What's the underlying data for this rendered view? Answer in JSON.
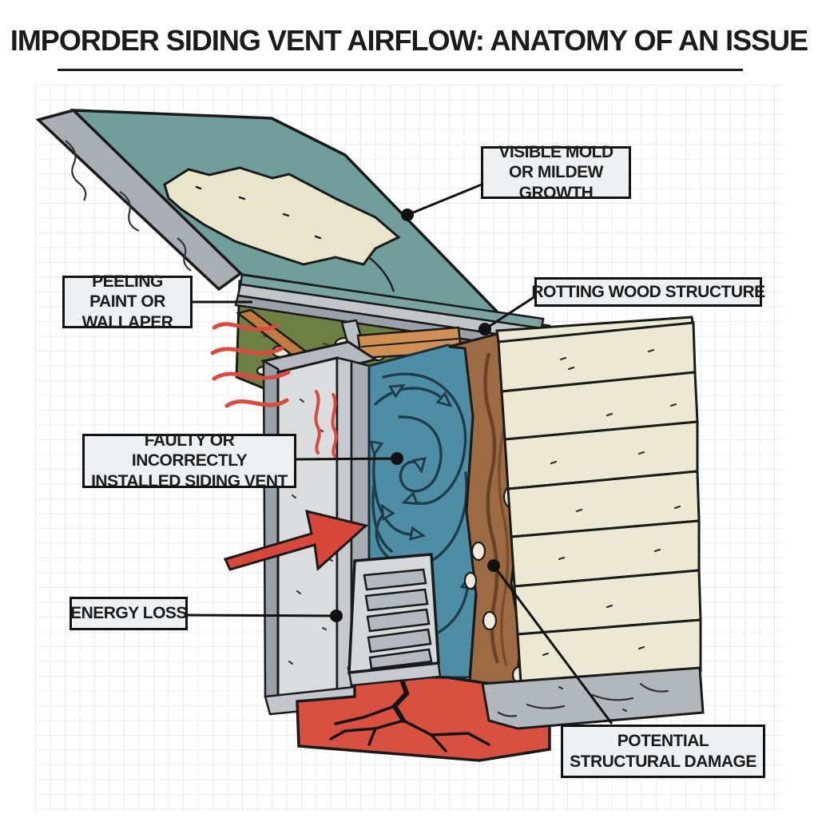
{
  "title": "IMPORDER SIDING VENT AIRFLOW: ANATOMY OF AN ISSUE",
  "labels": {
    "visible_mold": "VISIBLE MOLD OR MILDEW GROWTH",
    "peeling_paint": "PEELING PAINT OR WALLAPER",
    "rotting_wood": "ROTTING WOOD STRUCTURE",
    "faulty_vent": "FAULTY OR INCORRECTLY INSTALLED SIDING VENT",
    "energy_loss": "ENERGY LOSS",
    "structural_damage": "POTENTIAL STRUCTURAL DAMAGE"
  },
  "colors": {
    "roof_teal": "#6f9e9b",
    "roof_edge_gray": "#a9aeb4",
    "peeled_patch_cream": "#e9e5cb",
    "moss_green": "#6d7f41",
    "mold_blob_cream": "#ece7d0",
    "airflow_blue": "#4e8da3",
    "rotting_brown": "#9c6b43",
    "siding_cream": "#ece9d2",
    "wall_gray": "#dadcdd",
    "vent_gray": "#d6d9dc",
    "foundation_red": "#d8503f",
    "arrow_red": "#d8483a",
    "heat_wave_red": "#d84b3e",
    "outline_black": "#1a1a1a",
    "callout_bg": "#eef1f3"
  }
}
